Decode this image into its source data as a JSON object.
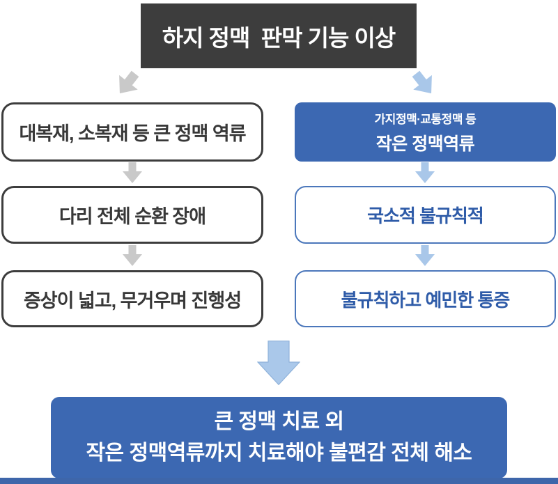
{
  "colors": {
    "title_bg": "#3d3d3d",
    "dark_border": "#3d3d3d",
    "blue_fill": "#3c68b2",
    "blue_border": "#4b77bb",
    "blue_text": "#2e5ba8",
    "arrow_gray": "#c9c9c9",
    "arrow_light_blue": "#a9c7e9",
    "bottom_bar": "#3e66aa"
  },
  "icons": {
    "tilted_arrow_left": "down-left-block-arrow",
    "tilted_arrow_right": "down-right-block-arrow",
    "small_down_arrow": "down-block-arrow",
    "big_down_arrow": "large-down-block-arrow"
  },
  "title": {
    "text": "하지 정맥  판막 기능 이상"
  },
  "left_column": {
    "box1": "대복재, 소복재 등 큰 정맥 역류",
    "box2": "다리 전체 순환 장애",
    "box3": "증상이 넓고, 무거우며 진행성"
  },
  "right_column": {
    "box1_line1": "가지정맥·교통정맥 등",
    "box1_line2": "작은 정맥역류",
    "box2": "국소적 불규칙적",
    "box3": "불규칙하고 예민한 통증"
  },
  "conclusion": {
    "line1": "큰 정맥 치료 외",
    "line2": "작은 정맥역류까지 치료해야 불편감 전체 해소"
  }
}
